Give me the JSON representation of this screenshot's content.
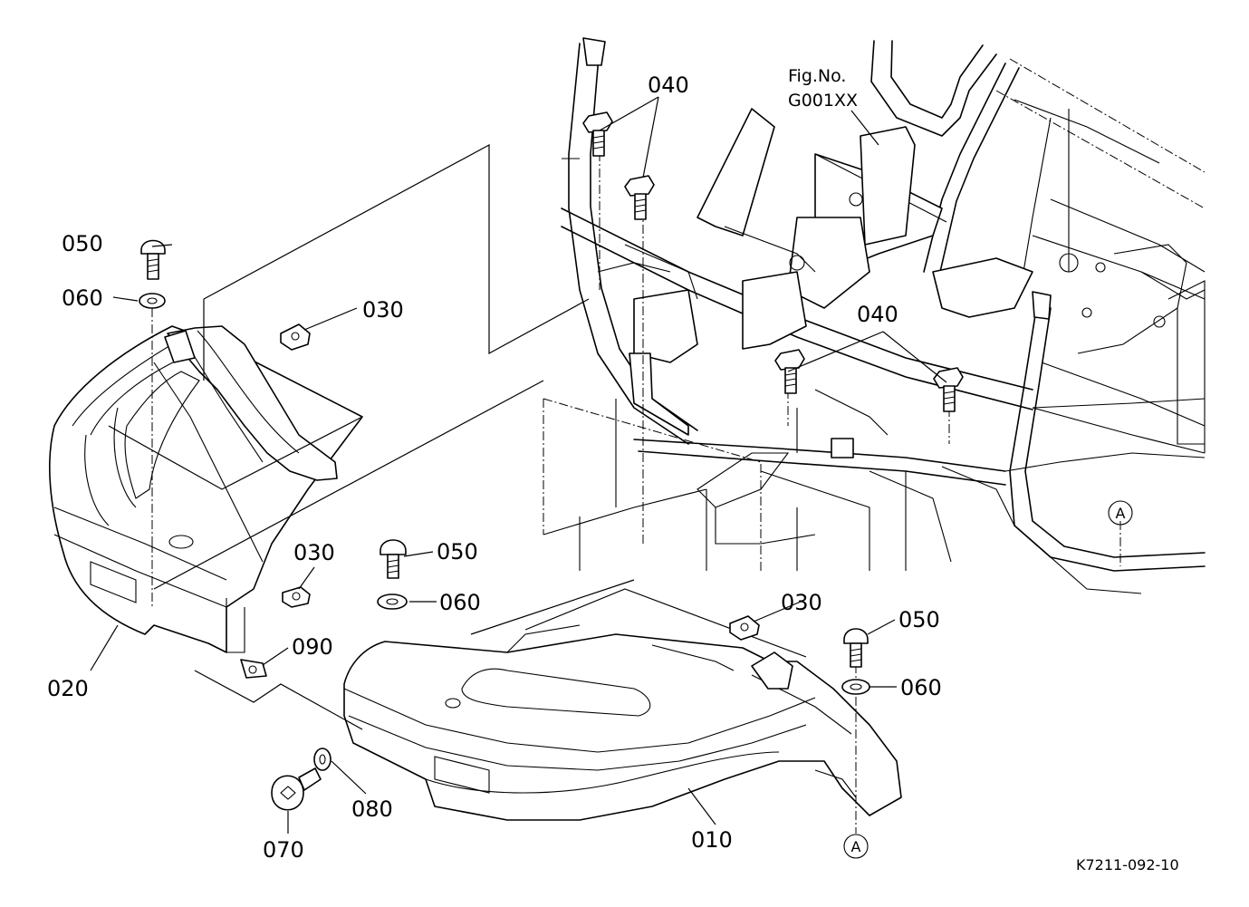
{
  "figure_ref": {
    "line1": "Fig.No.",
    "line2": "G001XX"
  },
  "drawing_code": "K7211-092-10",
  "callouts": {
    "p010": "010",
    "p020": "020",
    "p030a": "030",
    "p030b": "030",
    "p030c": "030",
    "p040a": "040",
    "p040b": "040",
    "p050a": "050",
    "p050b": "050",
    "p050c": "050",
    "p060a": "060",
    "p060b": "060",
    "p060c": "060",
    "p070": "070",
    "p080": "080",
    "p090": "090"
  },
  "markers": {
    "a1": "A",
    "a2": "A"
  }
}
